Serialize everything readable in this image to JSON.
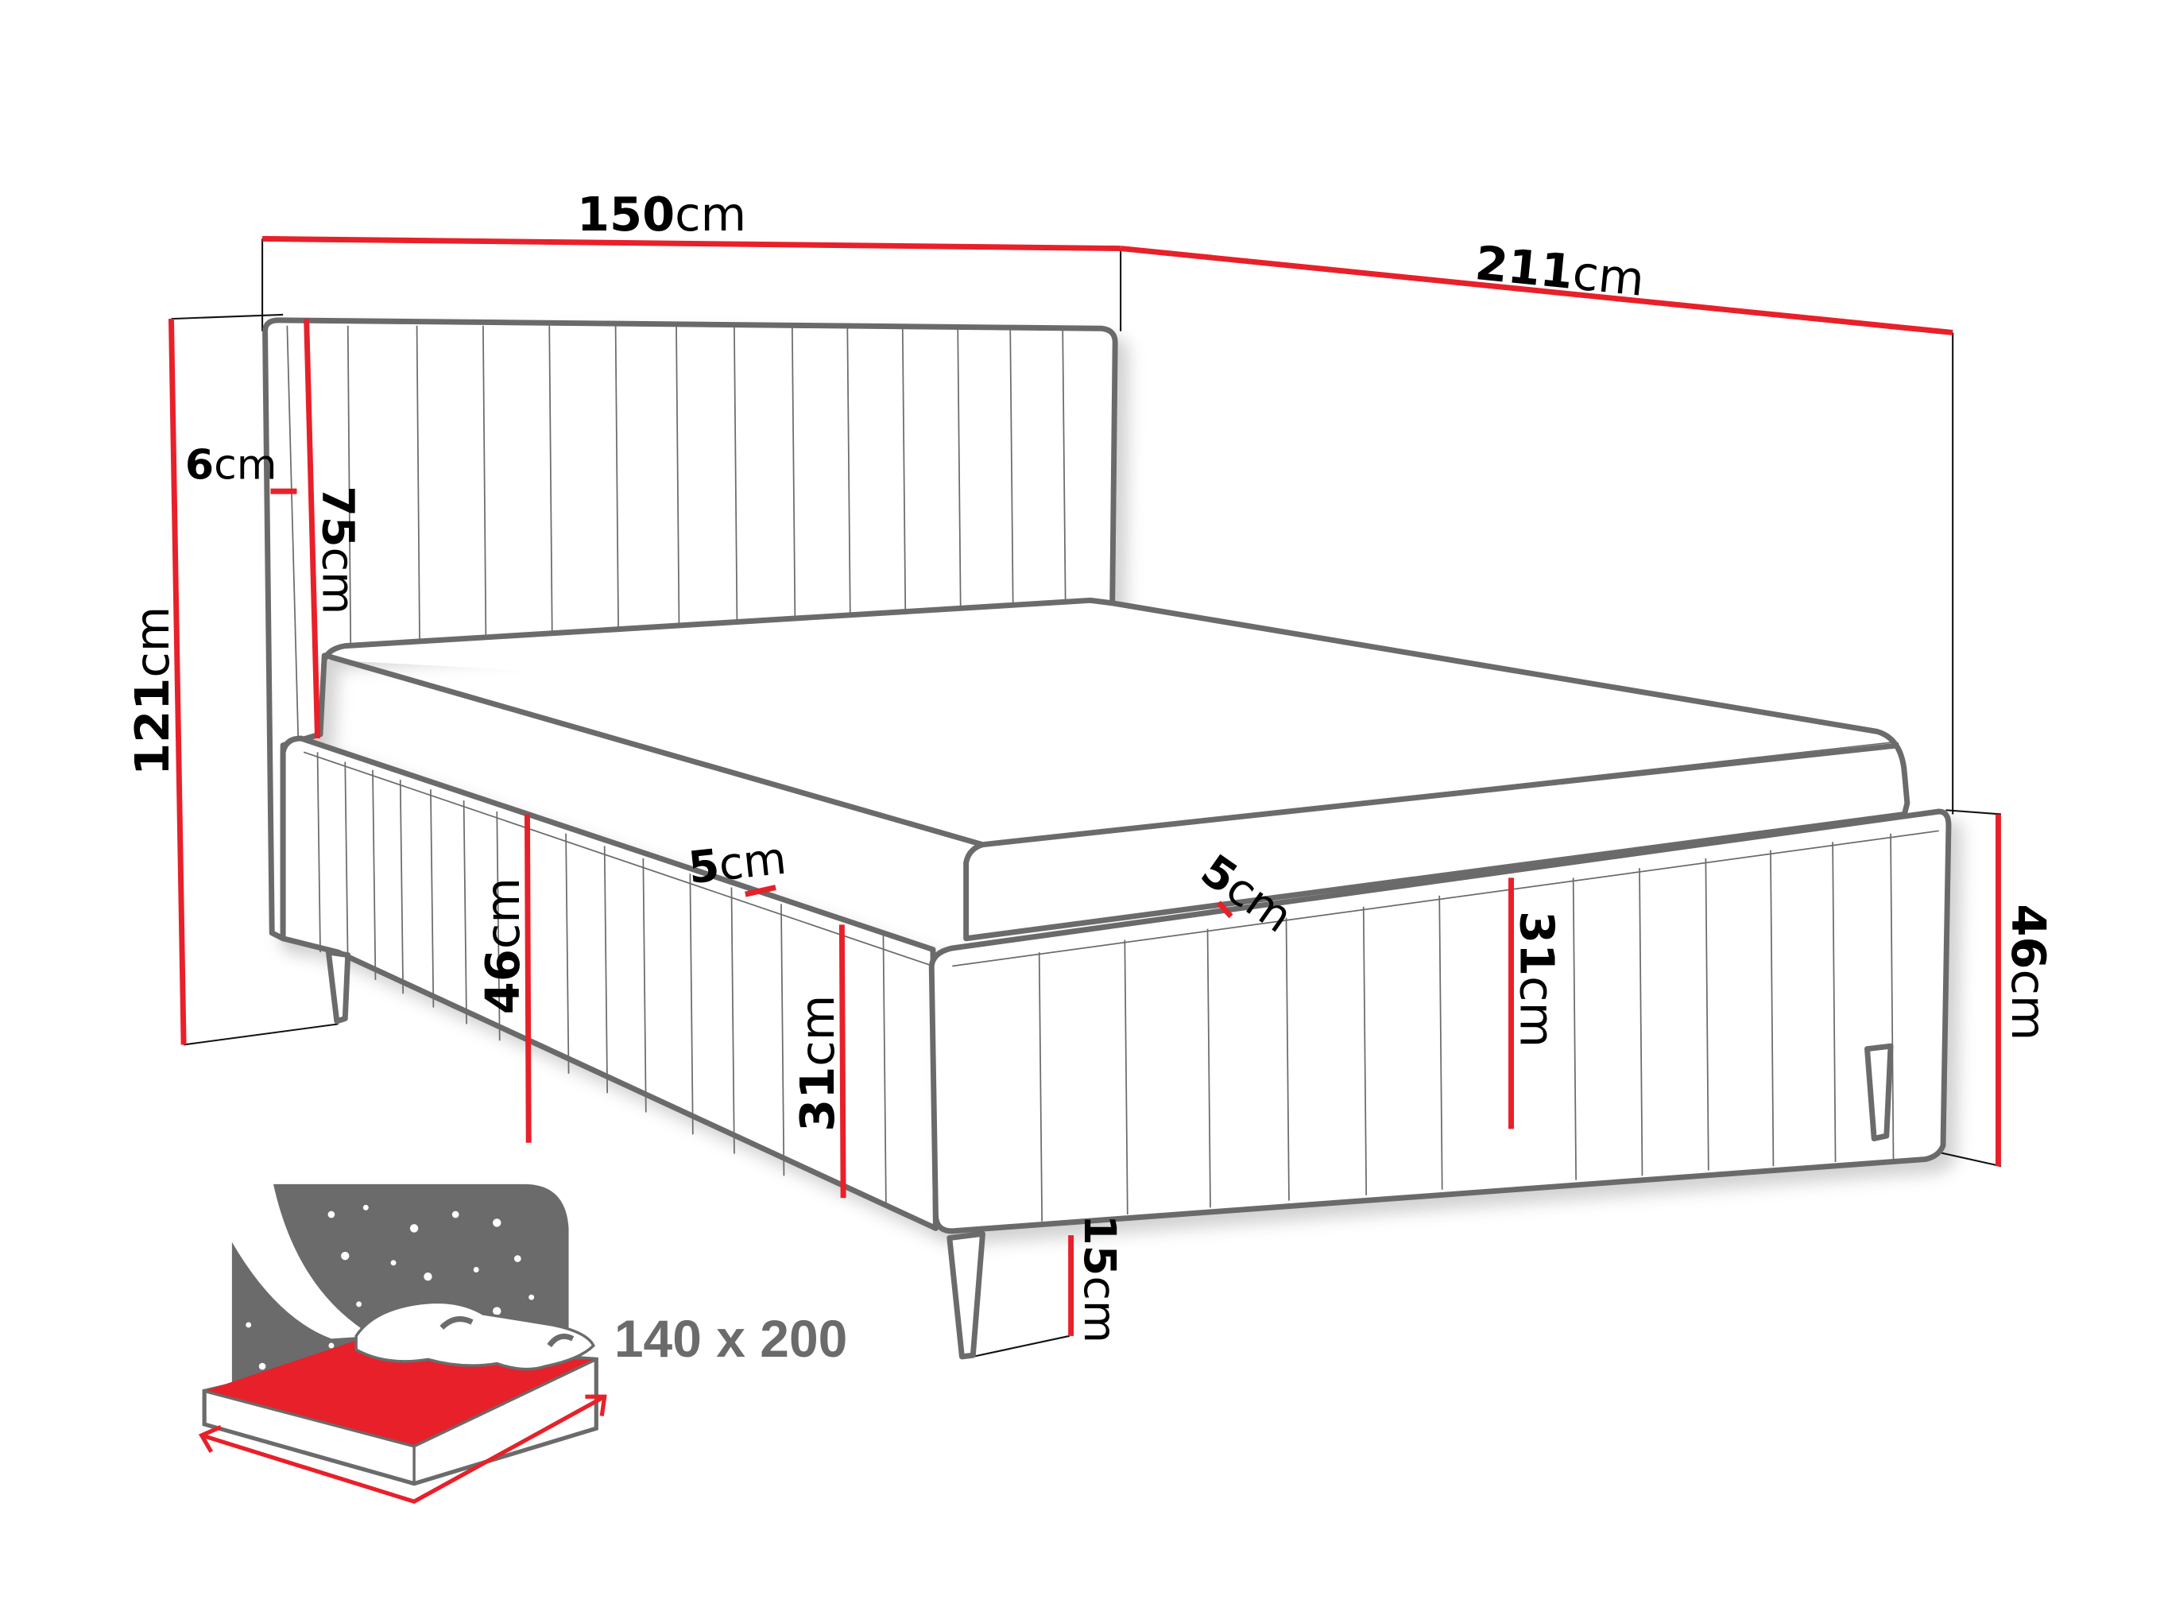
{
  "diagram": {
    "type": "bed-dimensions",
    "accent_color": "#e8202a",
    "outline_color": "#6b6b6b",
    "dimensions": {
      "width": {
        "value": "150",
        "unit": "cm"
      },
      "length": {
        "value": "211",
        "unit": "cm"
      },
      "total_height": {
        "value": "121",
        "unit": "cm"
      },
      "headboard_height": {
        "value": "75",
        "unit": "cm"
      },
      "headboard_thickness": {
        "value": "6",
        "unit": "cm"
      },
      "frame_height_left": {
        "value": "46",
        "unit": "cm"
      },
      "frame_height_right": {
        "value": "46",
        "unit": "cm"
      },
      "side_rail_height_left": {
        "value": "31",
        "unit": "cm"
      },
      "side_rail_height_front": {
        "value": "31",
        "unit": "cm"
      },
      "frame_thickness_side": {
        "value": "5",
        "unit": "cm"
      },
      "frame_thickness_front": {
        "value": "5",
        "unit": "cm"
      },
      "leg_height": {
        "value": "15",
        "unit": "cm"
      }
    },
    "mattress_icon": {
      "label": "140 x 200",
      "icon": "bed-mattress-night-icon"
    }
  }
}
